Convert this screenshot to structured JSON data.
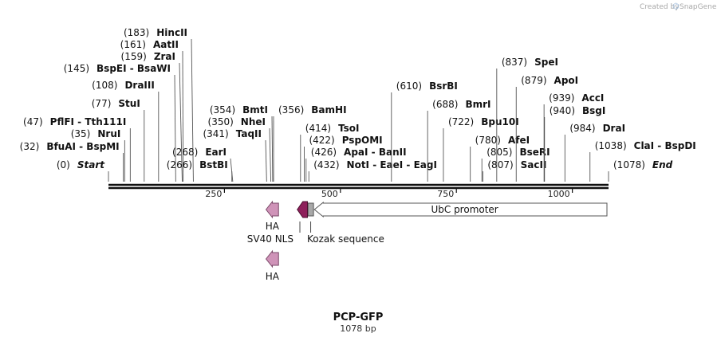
{
  "credit": {
    "text": "Created by",
    "brand": "SnapGene"
  },
  "plasmid": {
    "name": "PCP-GFP",
    "length": "1078 bp",
    "bp": 1078
  },
  "ticks": [
    {
      "pos": 250,
      "label": "250"
    },
    {
      "pos": 500,
      "label": "500"
    },
    {
      "pos": 750,
      "label": "750"
    },
    {
      "pos": 1000,
      "label": "1000"
    }
  ],
  "sites": [
    {
      "pos": 0,
      "num": "(0)",
      "names": "Start",
      "italic": true
    },
    {
      "pos": 32,
      "num": "(32)",
      "names": "BfuAI - BspMI"
    },
    {
      "pos": 47,
      "num": "(47)",
      "names": "PflFI - Tth111I"
    },
    {
      "pos": 35,
      "num": "(35)",
      "names": "NruI"
    },
    {
      "pos": 77,
      "num": "(77)",
      "names": "StuI"
    },
    {
      "pos": 108,
      "num": "(108)",
      "names": "DraIII"
    },
    {
      "pos": 145,
      "num": "(145)",
      "names": "BspEI - BsaWI"
    },
    {
      "pos": 159,
      "num": "(159)",
      "names": "ZraI"
    },
    {
      "pos": 161,
      "num": "(161)",
      "names": "AatII"
    },
    {
      "pos": 183,
      "num": "(183)",
      "names": "HincII"
    },
    {
      "pos": 266,
      "num": "(266)",
      "names": "BstBI"
    },
    {
      "pos": 268,
      "num": "(268)",
      "names": "EarI"
    },
    {
      "pos": 341,
      "num": "(341)",
      "names": "TaqII"
    },
    {
      "pos": 350,
      "num": "(350)",
      "names": "NheI"
    },
    {
      "pos": 354,
      "num": "(354)",
      "names": "BmtI"
    },
    {
      "pos": 356,
      "num": "(356)",
      "names": "BamHI"
    },
    {
      "pos": 414,
      "num": "(414)",
      "names": "TsoI"
    },
    {
      "pos": 422,
      "num": "(422)",
      "names": "PspOMI"
    },
    {
      "pos": 426,
      "num": "(426)",
      "names": "ApaI - BanII"
    },
    {
      "pos": 432,
      "num": "(432)",
      "names": "NotI - EaeI - EagI"
    },
    {
      "pos": 610,
      "num": "(610)",
      "names": "BsrBI"
    },
    {
      "pos": 688,
      "num": "(688)",
      "names": "BmrI"
    },
    {
      "pos": 722,
      "num": "(722)",
      "names": "Bpu10I"
    },
    {
      "pos": 780,
      "num": "(780)",
      "names": "AfeI"
    },
    {
      "pos": 805,
      "num": "(805)",
      "names": "BseRI"
    },
    {
      "pos": 807,
      "num": "(807)",
      "names": "SacII"
    },
    {
      "pos": 837,
      "num": "(837)",
      "names": "SpeI"
    },
    {
      "pos": 879,
      "num": "(879)",
      "names": "ApoI"
    },
    {
      "pos": 939,
      "num": "(939)",
      "names": "AccI"
    },
    {
      "pos": 940,
      "num": "(940)",
      "names": "BsgI"
    },
    {
      "pos": 984,
      "num": "(984)",
      "names": "DraI"
    },
    {
      "pos": 1038,
      "num": "(1038)",
      "names": "ClaI - BspDI"
    },
    {
      "pos": 1078,
      "num": "(1078)",
      "names": "End",
      "italic": true
    }
  ],
  "features": [
    {
      "name": "UbC promoter",
      "start": 444,
      "end": 1078,
      "strand": "reverse",
      "color": "#ffffff"
    },
    {
      "name": "Kozak sequence",
      "start": 430,
      "end": 442,
      "strand": "none",
      "color": "#a8a8a8"
    },
    {
      "name": "SV40 NLS",
      "start": 407,
      "end": 429,
      "strand": "reverse",
      "color": "#8e1f5a"
    },
    {
      "name": "HA",
      "start": 374,
      "end": 401,
      "strand": "reverse",
      "color": "#cf93b8"
    },
    {
      "name": "HA",
      "start": 374,
      "end": 401,
      "strand": "reverse",
      "color": "#cf93b8"
    }
  ]
}
